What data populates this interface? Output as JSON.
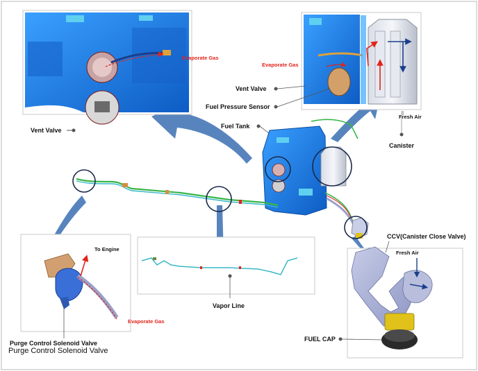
{
  "labels": {
    "evaporate_gas_top_left": "Evaporate Gas",
    "evaporate_gas_top_right": "Evaporate Gas",
    "evaporate_gas_bottom": "Evaporate Gas",
    "vent_valve_left": "Vent Valve",
    "vent_valve_right": "Vent Valve",
    "fuel_pressure_sensor": "Fuel Pressure Sensor",
    "fuel_tank": "Fuel Tank",
    "fresh_air_top": "Fresh Air",
    "canister": "Canister",
    "ccv": "CCV(Canister Close Valve)",
    "fresh_air_bottom": "Fresh Air",
    "to_engine": "To Engine",
    "vapor_line": "Vapor Line",
    "fuel_cap": "FUEL CAP",
    "purge_control_label": "Purge Control Solenoid Valve"
  },
  "caption": "Purge Control Solenoid Valve",
  "colors": {
    "tank_blue": "#1e7be6",
    "pipe_green": "#39b54a",
    "pipe_teal": "#39b8c8",
    "arrow_blue": "#4a7ab8",
    "highlight_red": "#e2231a",
    "callout_circle": "#1a2a4a"
  }
}
